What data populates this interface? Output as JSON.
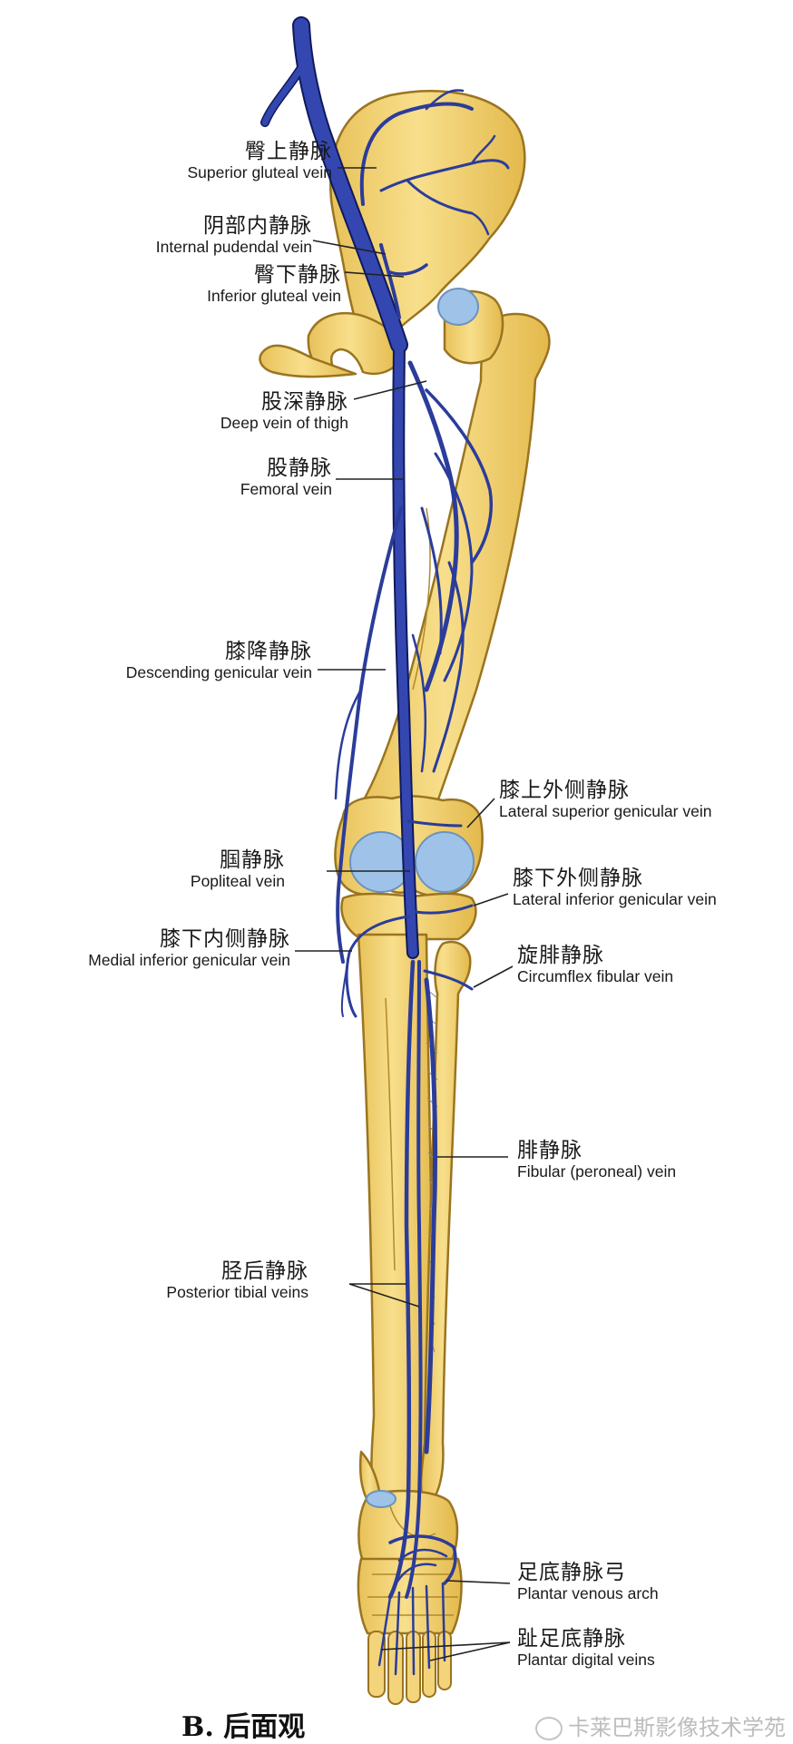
{
  "labels": {
    "superior_gluteal": {
      "zh": "臀上静脉",
      "en": "Superior gluteal vein"
    },
    "internal_pudendal": {
      "zh": "阴部内静脉",
      "en": "Internal pudendal vein"
    },
    "inferior_gluteal": {
      "zh": "臀下静脉",
      "en": "Inferior gluteal vein"
    },
    "deep_vein_thigh": {
      "zh": "股深静脉",
      "en": "Deep vein of thigh"
    },
    "femoral": {
      "zh": "股静脉",
      "en": "Femoral vein"
    },
    "descending_genicular": {
      "zh": "膝降静脉",
      "en": "Descending genicular vein"
    },
    "popliteal": {
      "zh": "腘静脉",
      "en": "Popliteal vein"
    },
    "medial_inferior_genicular": {
      "zh": "膝下内侧静脉",
      "en": "Medial inferior genicular vein"
    },
    "lateral_superior_genicular": {
      "zh": "膝上外侧静脉",
      "en": "Lateral superior genicular vein"
    },
    "lateral_inferior_genicular": {
      "zh": "膝下外侧静脉",
      "en": "Lateral inferior genicular vein"
    },
    "circumflex_fibular": {
      "zh": "旋腓静脉",
      "en": "Circumflex fibular vein"
    },
    "fibular": {
      "zh": "腓静脉",
      "en": "Fibular (peroneal) vein"
    },
    "posterior_tibial": {
      "zh": "胫后静脉",
      "en": "Posterior tibial veins"
    },
    "plantar_arch": {
      "zh": "足底静脉弓",
      "en": "Plantar venous arch"
    },
    "plantar_digital": {
      "zh": "趾足底静脉",
      "en": "Plantar digital veins"
    }
  },
  "caption": "B. 后面观",
  "watermark": "卡莱巴斯影像技术学苑",
  "colors": {
    "bone": "#f4d47a",
    "bone_edge": "#9a7420",
    "vein": "#2b3c9a",
    "vein_edge": "#0f1a5c",
    "cartilage": "#9fc3e8",
    "leader": "#222222"
  }
}
